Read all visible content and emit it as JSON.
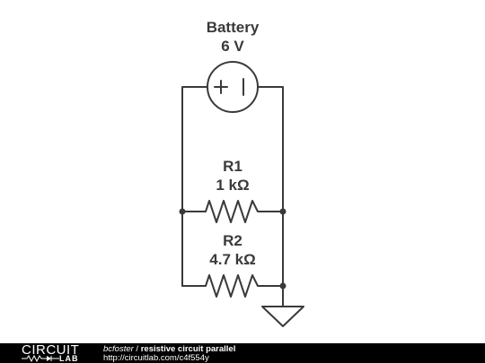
{
  "battery": {
    "label": "Battery",
    "value": "6 V",
    "symbol": "+ |"
  },
  "resistors": [
    {
      "name": "R1",
      "value": "1 kΩ"
    },
    {
      "name": "R2",
      "value": "4.7 kΩ"
    }
  ],
  "footer": {
    "logo_top": "CIRCUIT",
    "logo_bottom": "LAB",
    "author": "bcfoster",
    "separator": " / ",
    "title": "resistive circuit parallel",
    "url": "http://circuitlab.com/c4f554y"
  },
  "colors": {
    "wire": "#3a3a3a",
    "footer_bg": "#000000",
    "footer_text": "#ffffff"
  }
}
